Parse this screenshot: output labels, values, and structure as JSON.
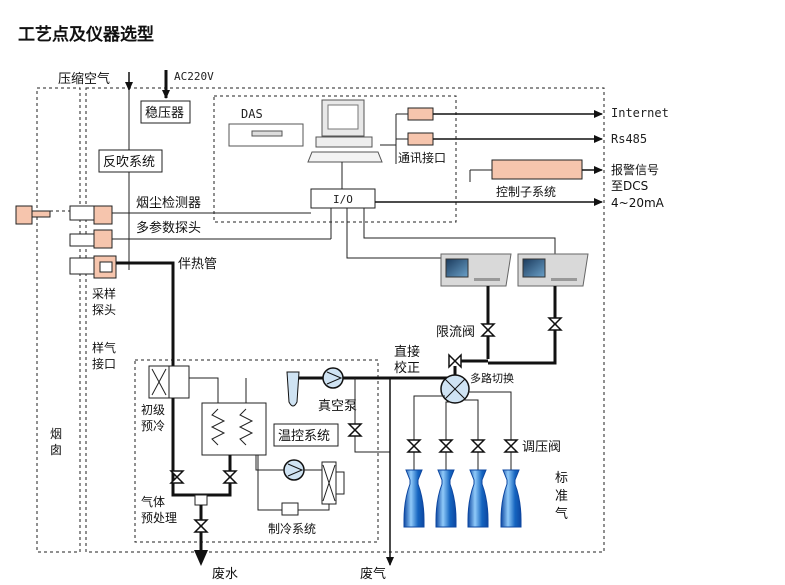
{
  "title": "工艺点及仪器选型",
  "labels": {
    "compressed_air": "压缩空气",
    "ac220v": "AC220V",
    "stabilizer": "稳压器",
    "das": "DAS",
    "backblow": "反吹系统",
    "comm_port": "通讯接口",
    "control_subsystem": "控制子系统",
    "internet": "Internet",
    "rs485": "Rs485",
    "alarm_line1": "报警信号",
    "alarm_line2": "至DCS",
    "current_signal": "4~20mA",
    "io": "I/O",
    "dust_detector": "烟尘检测器",
    "multi_probe": "多参数探头",
    "heat_tube": "伴热管",
    "sampling_probe_l1": "采样",
    "sampling_probe_l2": "探头",
    "sample_port_l1": "样气",
    "sample_port_l2": "接口",
    "chimney_l1": "烟",
    "chimney_l2": "囱",
    "flow_limit_valve": "限流阀",
    "direct_cal_l1": "直接",
    "direct_cal_l2": "校正",
    "multi_switch": "多路切换",
    "vacuum_pump": "真空泵",
    "primary_precool_l1": "初级",
    "primary_precool_l2": "预冷",
    "temp_control": "温控系统",
    "pressure_valve": "调压阀",
    "standard_gas_l1": "标",
    "standard_gas_l2": "准",
    "standard_gas_l3": "气",
    "gas_pretreat_l1": "气体",
    "gas_pretreat_l2": "预处理",
    "refrigeration": "制冷系统",
    "waste_water": "废水",
    "waste_gas": "废气"
  },
  "icons": {
    "valve": "bowtie-valve-icon",
    "pump": "pump-icon",
    "analyzer": "analyzer-device-icon",
    "computer": "computer-workstation-icon",
    "gas_cylinder": "gas-cylinder-icon"
  },
  "colors": {
    "pink_box": "#f6c5ad",
    "cylinder_blue": "#1565c0",
    "line": "#111111"
  }
}
